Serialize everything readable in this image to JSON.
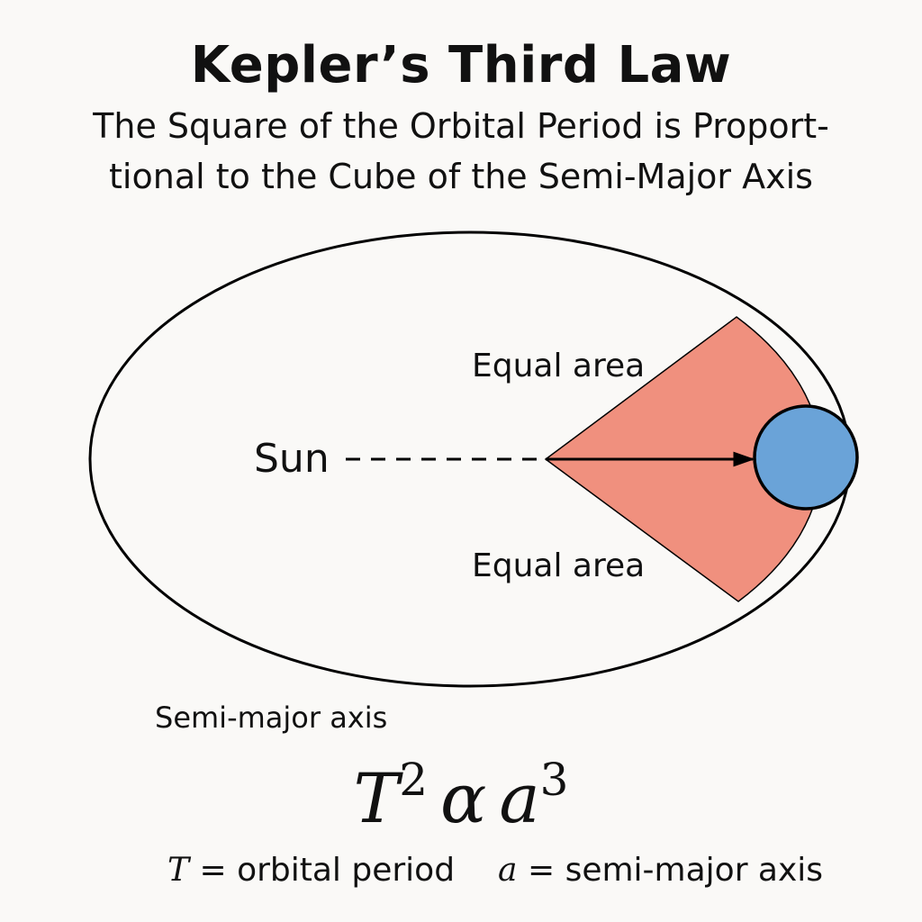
{
  "title": "Kepler’s Third Law",
  "subtitle": {
    "line1": "The Square of the Orbital Period is Proport-",
    "line2": "tional to the Cube of the Semi-Major Axis"
  },
  "diagram": {
    "sun_label": "Sun",
    "area_label_top": "Equal area",
    "area_label_bottom": "Equal area",
    "axis_label": "Semi-major axis"
  },
  "formula": {
    "period_symbol": "T",
    "period_exponent": "2",
    "relation_symbol": "α",
    "axis_symbol": "a",
    "axis_exponent": "3"
  },
  "legend": {
    "period_symbol": "T",
    "period_text": " = orbital period",
    "axis_symbol": "a",
    "axis_text": " = semi-major axis"
  },
  "colors": {
    "swept_area": "#f0907e",
    "planet": "#6aa3d8",
    "outline": "#000000",
    "background": "#faf9f7"
  }
}
